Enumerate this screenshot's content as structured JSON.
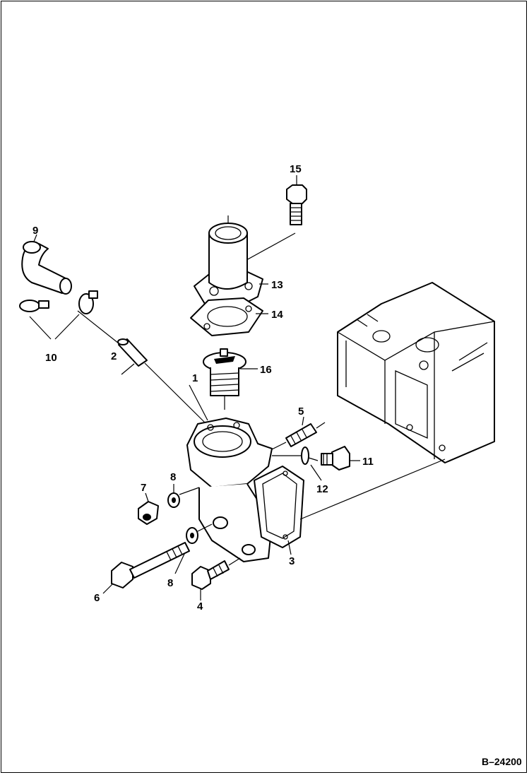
{
  "diagram": {
    "reference_number": "B–24200",
    "callouts": [
      "1",
      "2",
      "3",
      "4",
      "5",
      "6",
      "7",
      "8",
      "9",
      "10",
      "11",
      "12",
      "13",
      "14",
      "15",
      "16"
    ],
    "callout_8_second": "8"
  }
}
